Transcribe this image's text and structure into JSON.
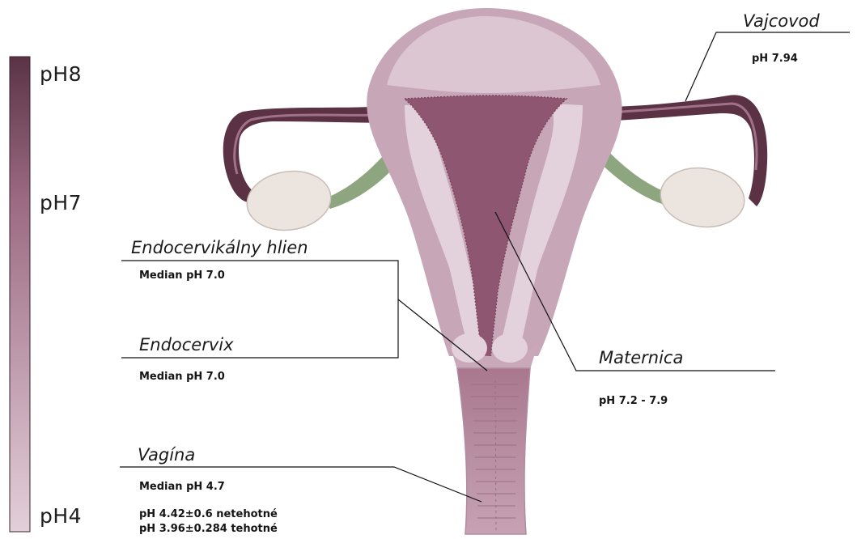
{
  "scale": {
    "labels": {
      "top": "pH8",
      "middle": "pH7",
      "bottom": "pH4"
    },
    "colors": {
      "top": "#5a3346",
      "middle": "#9b6a82",
      "bottom": "#e3cfd9"
    }
  },
  "regions": {
    "fallopian_tube": {
      "title": "Vajcovod",
      "values": [
        "pH 7.94"
      ]
    },
    "endocervical_mucus": {
      "title": "Endocervikálny hlien",
      "values": [
        "Median pH 7.0"
      ]
    },
    "endocervix": {
      "title": "Endocervix",
      "values": [
        "Median pH 7.0"
      ]
    },
    "uterus": {
      "title": "Maternica",
      "values": [
        "pH 7.2 - 7.9"
      ]
    },
    "vagina": {
      "title": "Vagína",
      "values": [
        "Median pH 4.7",
        "pH 4.42±0.6  netehotné",
        "pH 3.96±0.284 tehotné"
      ]
    }
  },
  "colors": {
    "body_outer": "#c7a7b7",
    "body_light": "#dfcad5",
    "cavity": "#8e5670",
    "tube_dark": "#5a3244",
    "ligament": "#8ea67f",
    "ovary": "#ece5df",
    "leader_line": "#111111"
  }
}
